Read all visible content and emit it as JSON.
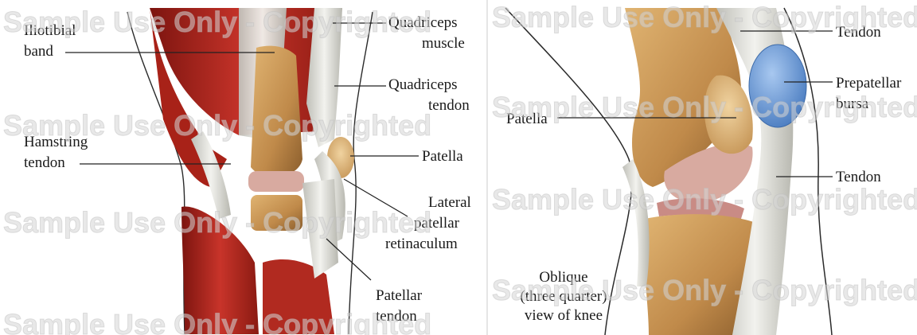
{
  "watermark": "Sample Use Only - Copyrighted",
  "colors": {
    "muscle": "#b8281f",
    "muscle_dark": "#7c140f",
    "tendon": "#dcdcd6",
    "bone": "#c99a5b",
    "bone_dark": "#8f6432",
    "cartilage": "#d8aaa0",
    "bursa": "#6f9fd8",
    "skin_outline": "#2a2a2a"
  },
  "left_panel": {
    "labels": {
      "iliotibial_1": "Iliotibial",
      "iliotibial_2": "band",
      "quad_muscle_1": "Quadriceps",
      "quad_muscle_2": "muscle",
      "quad_tendon_1": "Quadriceps",
      "quad_tendon_2": "tendon",
      "hamstring_1": "Hamstring",
      "hamstring_2": "tendon",
      "patella": "Patella",
      "lateral_1": "Lateral",
      "lateral_2": "patellar",
      "lateral_3": "retinaculum",
      "patellar_tendon_1": "Patellar",
      "patellar_tendon_2": "tendon"
    }
  },
  "right_panel": {
    "labels": {
      "tendon_top": "Tendon",
      "bursa_1": "Prepatellar",
      "bursa_2": "bursa",
      "patella": "Patella",
      "tendon_lower": "Tendon",
      "caption_1": "Oblique",
      "caption_2": "(three quarter)",
      "caption_3": "view of knee"
    }
  }
}
